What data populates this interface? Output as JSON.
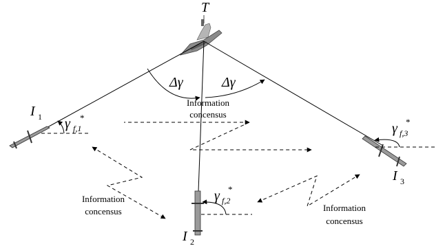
{
  "labels": {
    "target": "T",
    "interceptor_1": "I",
    "interceptor_1_sub": "1",
    "interceptor_2": "I",
    "interceptor_2_sub": "2",
    "interceptor_3": "I",
    "interceptor_3_sub": "3",
    "delta_left": "Δγ",
    "delta_right": "Δγ",
    "gamma": "γ",
    "gamma_star": "*",
    "gamma_sub_1": "f,1",
    "gamma_sub_2": "f,2",
    "gamma_sub_3": "f,3"
  },
  "consensus": {
    "top_line1": "Information",
    "top_line2": "concensus",
    "left_line1": "Information",
    "left_line2": "concensus",
    "right_line1": "Information",
    "right_line2": "concensus"
  }
}
